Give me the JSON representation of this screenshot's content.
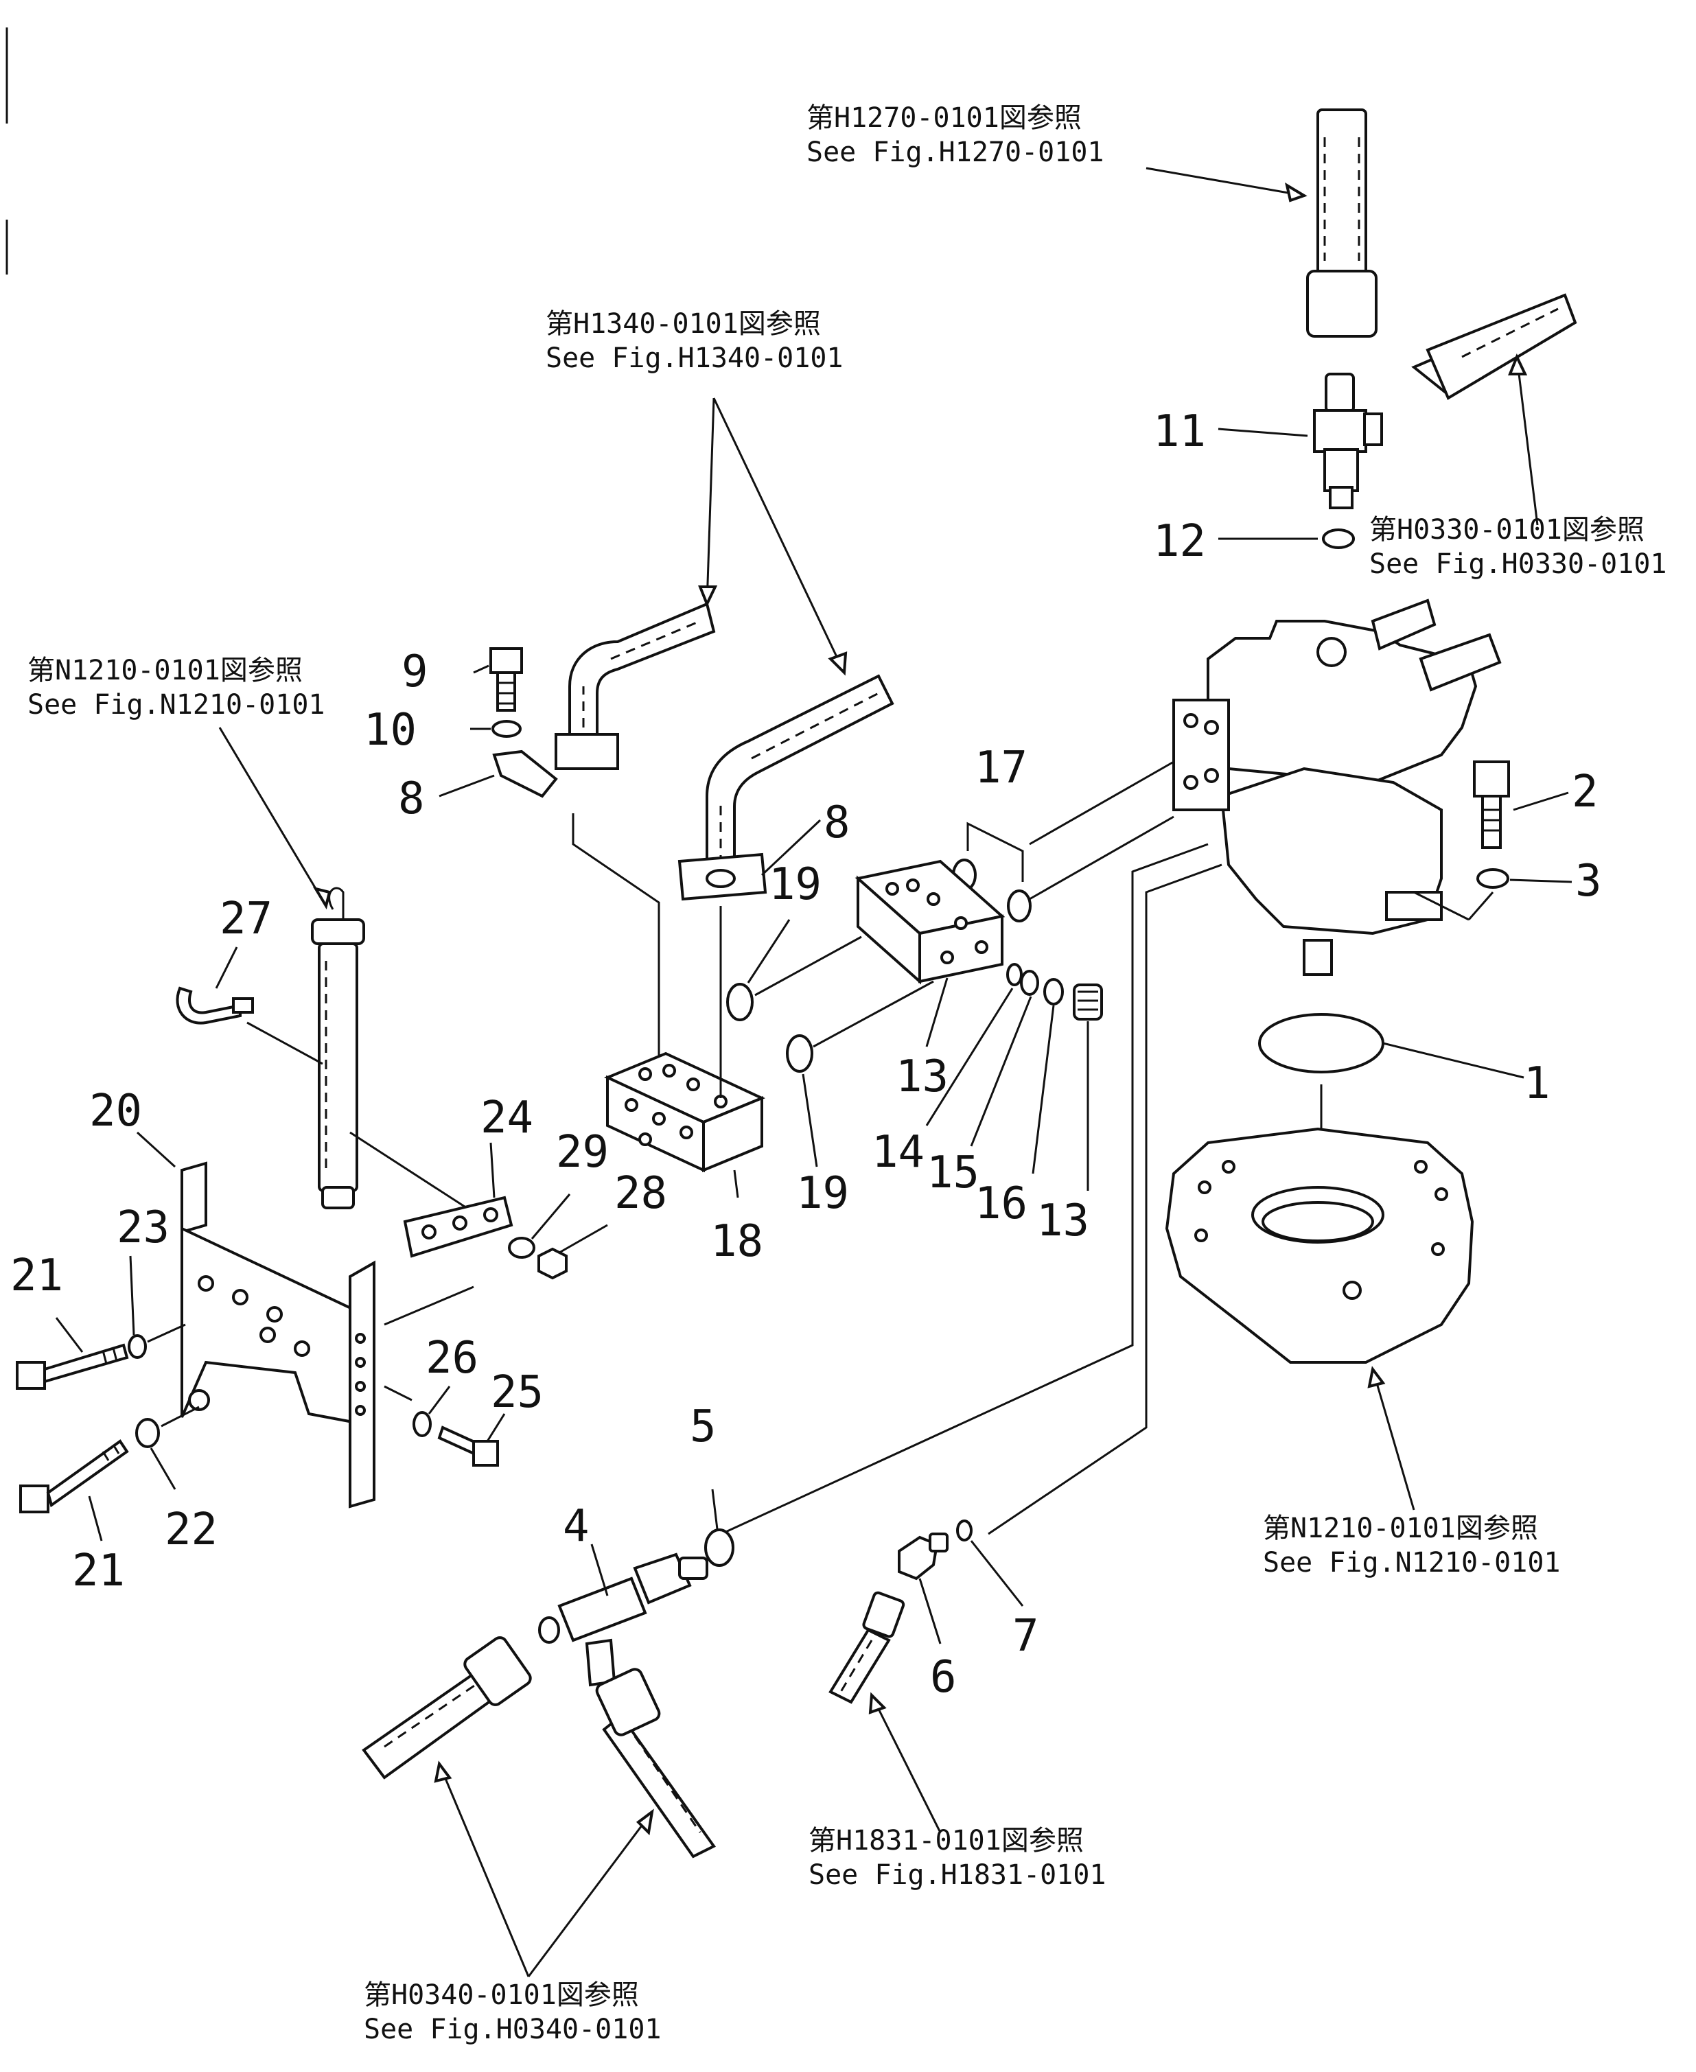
{
  "references": {
    "h1270_jp": "第H1270-0101図参照",
    "h1270_en": "See Fig.H1270-0101",
    "h1340_jp": "第H1340-0101図参照",
    "h1340_en": "See Fig.H1340-0101",
    "h0330_jp": "第H0330-0101図参照",
    "h0330_en": "See Fig.H0330-0101",
    "n1210_top_jp": "第N1210-0101図参照",
    "n1210_top_en": "See Fig.N1210-0101",
    "n1210_bottom_jp": "第N1210-0101図参照",
    "n1210_bottom_en": "See Fig.N1210-0101",
    "h1831_jp": "第H1831-0101図参照",
    "h1831_en": "See Fig.H1831-0101",
    "h0340_jp": "第H0340-0101図参照",
    "h0340_en": "See Fig.H0340-0101"
  },
  "callouts": {
    "c1": "1",
    "c2": "2",
    "c3": "3",
    "c4": "4",
    "c5": "5",
    "c6": "6",
    "c7": "7",
    "c8a": "8",
    "c8b": "8",
    "c9": "9",
    "c10": "10",
    "c11": "11",
    "c12": "12",
    "c13a": "13",
    "c13b": "13",
    "c14": "14",
    "c15": "15",
    "c16": "16",
    "c17": "17",
    "c18": "18",
    "c19a": "19",
    "c19b": "19",
    "c20": "20",
    "c21a": "21",
    "c21b": "21",
    "c22": "22",
    "c23": "23",
    "c24": "24",
    "c25": "25",
    "c26": "26",
    "c27": "27",
    "c28": "28",
    "c29": "29"
  }
}
